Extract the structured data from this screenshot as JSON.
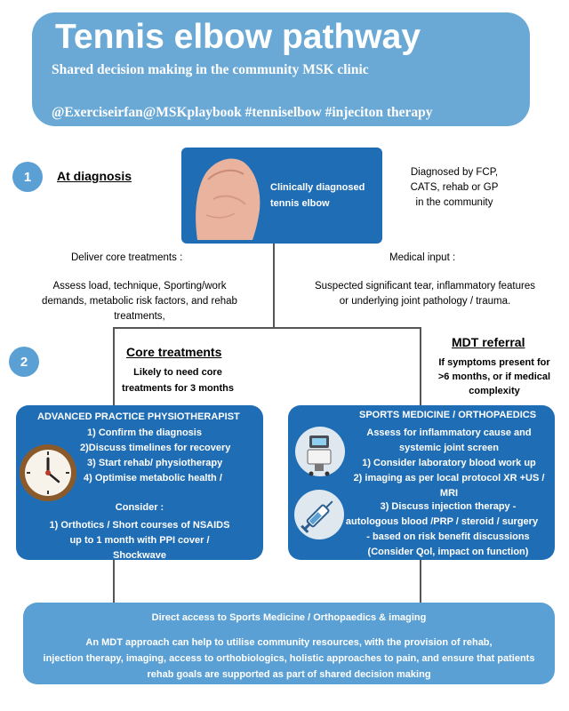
{
  "header": {
    "title": "Tennis elbow pathway",
    "subtitle": "Shared decision making in the community MSK clinic",
    "hashtags": "@Exerciseirfan@MSKplaybook #tenniselbow #injeciton therapy"
  },
  "step1": {
    "number": "1",
    "heading": "At diagnosis",
    "box_label_1": "Clinically diagnosed",
    "box_label_2": "tennis elbow",
    "diagnosed_by_1": "Diagnosed by FCP,",
    "diagnosed_by_2": "CATS, rehab or GP",
    "diagnosed_by_3": "in the community",
    "core_title": "Deliver core treatments :",
    "core_1": "Assess load, technique, Sporting/work",
    "core_2": "demands, metabolic risk factors, and rehab",
    "core_3": "treatments,",
    "medical_title": "Medical input :",
    "medical_1": "Suspected significant tear, inflammatory features",
    "medical_2": "or underlying joint pathology / trauma."
  },
  "step2": {
    "number": "2",
    "core_heading": "Core treatments",
    "core_sub_1": "Likely to need core",
    "core_sub_2": "treatments for 3 months",
    "mdt_heading": "MDT referral",
    "mdt_sub_1": "If symptoms present for",
    "mdt_sub_2": ">6 months, or if medical",
    "mdt_sub_3": "complexity"
  },
  "physio_panel": {
    "title": "ADVANCED PRACTICE PHYSIOTHERAPIST",
    "item1": "1)  Confirm the diagnosis",
    "item2": "2)Discuss timelines for recovery",
    "item3": "3)  Start rehab/ physiotherapy",
    "item4": "4)  Optimise metabolic health /",
    "consider": "Consider :",
    "consider_1": "1) Orthotics / Short courses of NSAIDS",
    "consider_2": "up to 1 month with PPI cover /",
    "consider_3": "Shockwave"
  },
  "sports_panel": {
    "title": "SPORTS MEDICINE  / ORTHOPAEDICS",
    "l1": "Assess for inflammatory cause and",
    "l2": "systemic joint screen",
    "l3": "1) Consider laboratory blood work up",
    "l4": "2) imaging as per local protocol XR +US /",
    "l5": "MRI",
    "l6": "3) Discuss injection therapy -",
    "l7": "autologous blood /PRP / steroid / surgery",
    "l8": "- based on risk benefit discussions",
    "l9": "(Consider Qol, impact on function)"
  },
  "footer": {
    "title": "Direct access to Sports Medicine / Orthopaedics & imaging",
    "l1": "An MDT approach can help to utilise community resources, with the provision of rehab,",
    "l2": "injection therapy, imaging,  access to orthobiologics, holistic approaches to pain, and ensure that patients",
    "l3": "rehab goals are supported as part of shared decision making"
  },
  "icons": [
    "elbow-photo-icon",
    "clock-icon",
    "ultrasound-machine-icon",
    "syringe-icon"
  ]
}
